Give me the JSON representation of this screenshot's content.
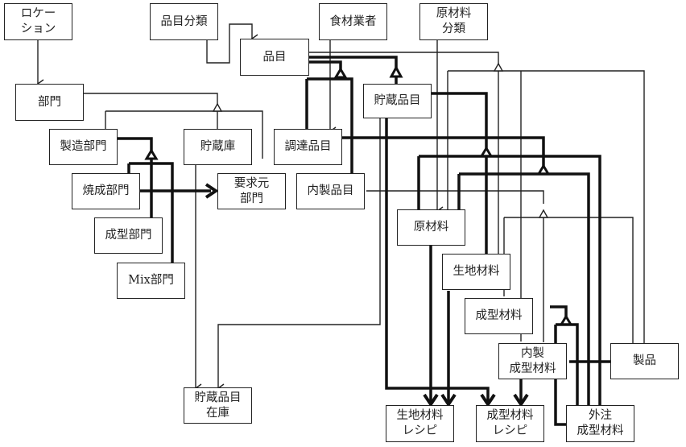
{
  "diagram": {
    "entities": {
      "location": "ロケー\nション",
      "item_category": "品目分類",
      "item": "品目",
      "food_supplier": "食材業者",
      "raw_material_category": "原材料\n分類",
      "department": "部門",
      "stored_item": "貯蔵品目",
      "manufacturing_dept": "製造部門",
      "storage": "貯蔵庫",
      "procured_item": "調達品目",
      "baking_dept": "焼成部門",
      "requesting_dept": "要求元\n部門",
      "inhouse_item": "内製品目",
      "raw_material": "原材料",
      "forming_dept": "成型部門",
      "dough_material": "生地材料",
      "mix_dept": "Mix部門",
      "formed_material": "成型材料",
      "inhouse_formed_material": "内製\n成型材料",
      "product": "製品",
      "stored_item_inventory": "貯蔵品目\n在庫",
      "dough_material_recipe": "生地材料\nレシピ",
      "formed_material_recipe": "成型材料\nレシピ",
      "outsourced_formed_material": "外注\n成型材料"
    },
    "relationships": [
      {
        "from": "location",
        "to": "department",
        "type": "reference"
      },
      {
        "from": "item_category",
        "to": "item",
        "type": "reference"
      },
      {
        "from": "food_supplier",
        "to": "procured_item",
        "type": "reference"
      },
      {
        "from": "raw_material_category",
        "to": "raw_material",
        "type": "reference"
      },
      {
        "from": "storage",
        "to": "stored_item_inventory",
        "type": "reference"
      },
      {
        "from": "stored_item",
        "to": "stored_item_inventory",
        "type": "reference"
      },
      {
        "from": "baking_dept",
        "to": "requesting_dept",
        "type": "strong-reference"
      },
      {
        "from": "stored_item",
        "to": "formed_material_recipe",
        "type": "strong-reference"
      },
      {
        "from": "raw_material",
        "to": "dough_material_recipe",
        "type": "strong-reference"
      },
      {
        "from": "dough_material",
        "to": "dough_material_recipe",
        "type": "strong-reference"
      },
      {
        "from": "inhouse_formed_material",
        "to": "formed_material_recipe",
        "type": "strong-reference"
      },
      {
        "parent": "department",
        "children": [
          "manufacturing_dept",
          "storage",
          "requesting_dept"
        ],
        "type": "subtype"
      },
      {
        "parent": "manufacturing_dept",
        "children": [
          "baking_dept",
          "forming_dept",
          "mix_dept"
        ],
        "type": "subtype-strong"
      },
      {
        "parent": "item",
        "children": [
          "raw_material",
          "dough_material",
          "formed_material",
          "product"
        ],
        "type": "subtype"
      },
      {
        "parent": "item",
        "children": [
          "procured_item",
          "inhouse_item"
        ],
        "type": "subtype-strong"
      },
      {
        "parent": "item",
        "children": [
          "stored_item"
        ],
        "type": "subtype-strong"
      },
      {
        "parent": "stored_item",
        "children": [
          "raw_material",
          "dough_material"
        ],
        "type": "subtype-strong"
      },
      {
        "parent": "procured_item",
        "children": [
          "raw_material",
          "outsourced_formed_material"
        ],
        "type": "subtype-strong"
      },
      {
        "parent": "inhouse_item",
        "children": [
          "formed_material",
          "dough_material",
          "product"
        ],
        "type": "subtype"
      },
      {
        "parent": "formed_material",
        "children": [
          "inhouse_formed_material",
          "outsourced_formed_material"
        ],
        "type": "subtype-strong"
      },
      {
        "from": "product",
        "to": "inhouse_formed_material",
        "type": "strong-reference"
      },
      {
        "from": "inhouse_formed_material",
        "to": "outsourced_formed_material",
        "type": "strong-reference"
      }
    ]
  }
}
